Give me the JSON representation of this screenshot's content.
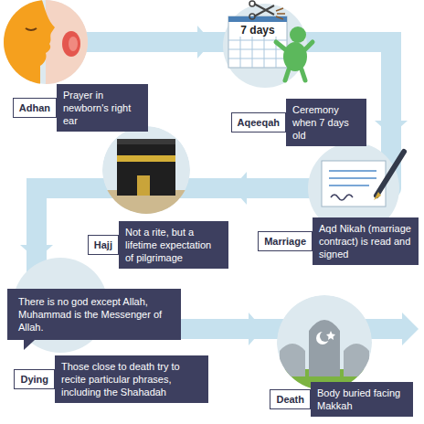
{
  "diagram": {
    "nodes": [
      {
        "text": [
          "Adhan",
          "Prayer in newborn's right ear"
        ]
      },
      {
        "text": [
          "Aqeeqah",
          "Ceremony when 7 days old"
        ]
      },
      {
        "text": [
          "Marriage",
          "Aqd Nikah (marriage contract) is read and signed"
        ]
      },
      {
        "text": [
          "Hajj",
          "Not a rite, but a lifetime expectation of pilgrimage"
        ]
      },
      {
        "text": [
          "Dying",
          "Those close to death try to recite particular phrases, including the Shahadah"
        ]
      },
      {
        "text": [
          "There is no god except Allah, Muhammad is the Messenger of Allah."
        ],
        "in": 4
      },
      {
        "text": [
          "Death",
          "Body buried facing Makkah"
        ]
      }
    ],
    "edges": [
      {
        "from": 0,
        "to": 1,
        "arrow": "to"
      },
      {
        "from": 1,
        "to": 2,
        "arrow": "to"
      },
      {
        "from": 2,
        "to": 3,
        "arrow": "to"
      },
      {
        "from": 3,
        "to": 4,
        "arrow": "to"
      },
      {
        "from": 4,
        "to": 6,
        "arrow": "to"
      }
    ],
    "labels": [
      "7 days"
    ]
  }
}
